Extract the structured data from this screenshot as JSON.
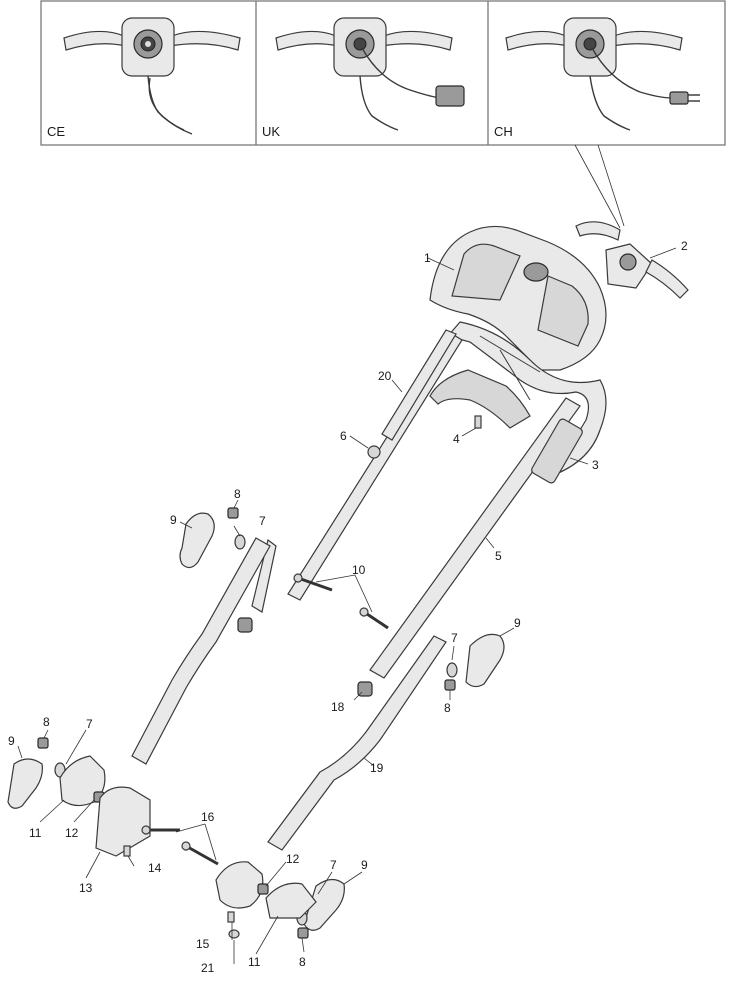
{
  "variants": [
    {
      "label": "CE"
    },
    {
      "label": "UK"
    },
    {
      "label": "CH"
    }
  ],
  "callouts": [
    {
      "id": "c1",
      "text": "1"
    },
    {
      "id": "c2",
      "text": "2"
    },
    {
      "id": "c3",
      "text": "3"
    },
    {
      "id": "c4",
      "text": "4"
    },
    {
      "id": "c5",
      "text": "5"
    },
    {
      "id": "c6",
      "text": "6"
    },
    {
      "id": "c7a",
      "text": "7"
    },
    {
      "id": "c7b",
      "text": "7"
    },
    {
      "id": "c7c",
      "text": "7"
    },
    {
      "id": "c7d",
      "text": "7"
    },
    {
      "id": "c8a",
      "text": "8"
    },
    {
      "id": "c8b",
      "text": "8"
    },
    {
      "id": "c8c",
      "text": "8"
    },
    {
      "id": "c8d",
      "text": "8"
    },
    {
      "id": "c9a",
      "text": "9"
    },
    {
      "id": "c9b",
      "text": "9"
    },
    {
      "id": "c9c",
      "text": "9"
    },
    {
      "id": "c9d",
      "text": "9"
    },
    {
      "id": "c10",
      "text": "10"
    },
    {
      "id": "c11a",
      "text": "11"
    },
    {
      "id": "c11b",
      "text": "11"
    },
    {
      "id": "c12a",
      "text": "12"
    },
    {
      "id": "c12b",
      "text": "12"
    },
    {
      "id": "c13",
      "text": "13"
    },
    {
      "id": "c14",
      "text": "14"
    },
    {
      "id": "c15",
      "text": "15"
    },
    {
      "id": "c16",
      "text": "16"
    },
    {
      "id": "c18",
      "text": "18"
    },
    {
      "id": "c19",
      "text": "19"
    },
    {
      "id": "c20",
      "text": "20"
    },
    {
      "id": "c21",
      "text": "21"
    }
  ]
}
